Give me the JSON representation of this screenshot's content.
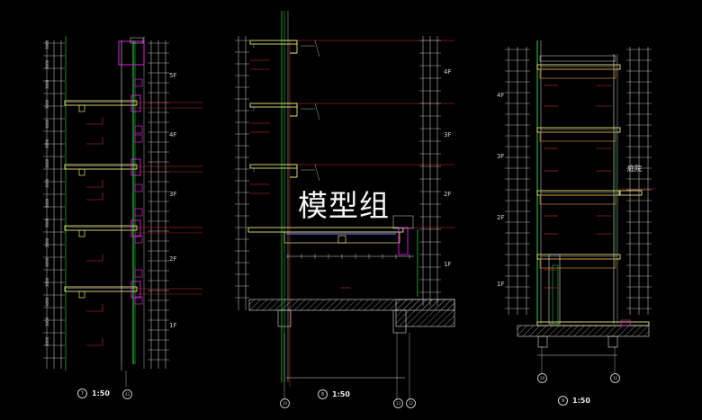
{
  "watermark": "模型组",
  "sections": [
    {
      "id": "left",
      "scale_number": "7",
      "scale_text": "1:50",
      "axis_marks": [
        "43"
      ],
      "floors": [
        "5F",
        "4F",
        "3F",
        "2F",
        "1F"
      ]
    },
    {
      "id": "middle",
      "scale_number": "8",
      "scale_text": "1:50",
      "axis_marks": [
        "10",
        "13",
        "12"
      ],
      "floors": [
        "4F",
        "3F",
        "2F",
        "1F"
      ]
    },
    {
      "id": "right",
      "scale_number": "9",
      "scale_text": "1:50",
      "axis_marks": [
        "28",
        "32"
      ],
      "floors": [
        "4F",
        "3F",
        "2F",
        "1F"
      ],
      "annotation": "庭院"
    }
  ],
  "colors": {
    "background": "#000000",
    "wall_green": "#22c23a",
    "wall_magenta": "#e020e0",
    "slab_yellow": "#e8e27a",
    "dim_white": "#dcdcdc",
    "red_lines": "#d0342c",
    "hatch": "#9a9a9a",
    "orange": "#d8862e"
  }
}
